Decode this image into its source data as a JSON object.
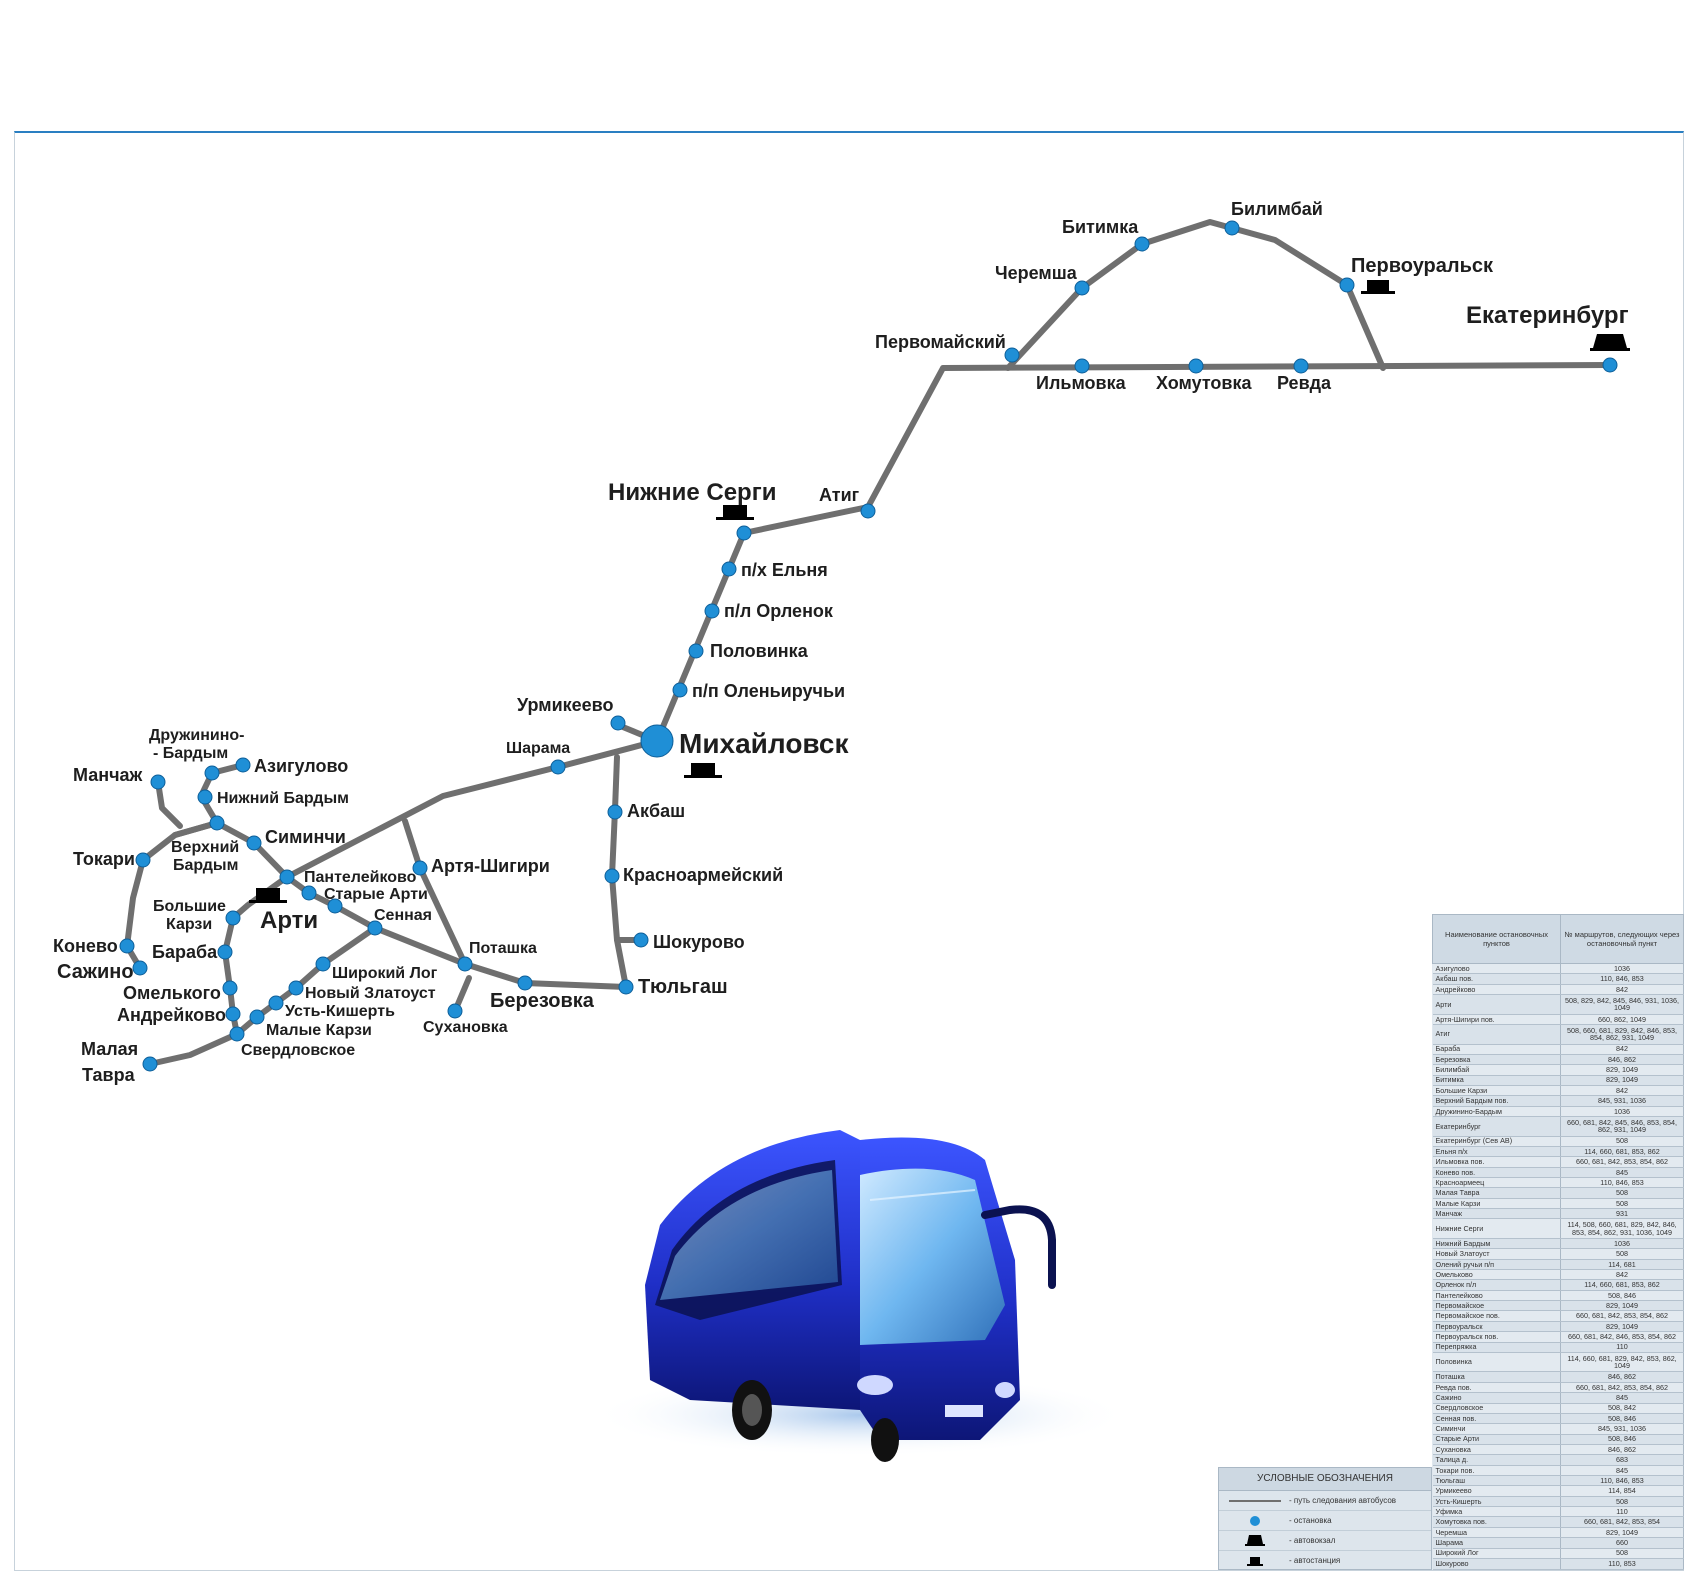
{
  "stations": {
    "ekaterinburg": "Екатеринбург",
    "pervouralsk": "Первоуральск",
    "bilimbay": "Билимбай",
    "bitimka": "Битимка",
    "cheremsha": "Черемша",
    "pervomaysky": "Первомайский",
    "ilmovka": "Ильмовка",
    "khomutovka": "Хомутовка",
    "revda": "Ревда",
    "atig": "Атиг",
    "nizhnie_sergi": "Нижние Серги",
    "elnya": "п/х Ельня",
    "orlenok": "п/л Орленок",
    "polovinka": "Половинка",
    "oleniruchi": "п/п Оленьиручьи",
    "urmikeevo": "Урмикеево",
    "mikhaylovsk": "Михайловск",
    "sharama": "Шарама",
    "akbash": "Акбаш",
    "krasnoarmeysky": "Красноармейский",
    "shokurovo": "Шокурово",
    "tyulgash": "Тюльгаш",
    "berezovka": "Березовка",
    "potashka": "Поташка",
    "sukhanovka": "Сухановка",
    "artya_shigiri": "Артя-Шигири",
    "druzhinino_1": "Дружинино-",
    "druzhinino_2": "- Бардым",
    "azigulovo": "Азигулово",
    "manchazh": "Манчаж",
    "nizhny_bardym": "Нижний Бардым",
    "siminchi": "Симинчи",
    "verkhny_1": "Верхний",
    "verkhny_2": "Бардым",
    "tokari": "Токари",
    "panteleykovo": "Пантелейково",
    "starye_arti": "Старые Арти",
    "arti": "Арти",
    "bolshie_1": "Большие",
    "bolshie_2": "Карзи",
    "sennaya": "Сенная",
    "konevo": "Конево",
    "sazhino": "Сажино",
    "baraba": "Бараба",
    "shiroky_log": "Широкий Лог",
    "novy_zlatoust": "Новый Златоуст",
    "omelkovo": "Омелького",
    "ust_kisherts": "Усть-Кишерть",
    "andreykovo": "Андрейково",
    "malye_karzi": "Малые Карзи",
    "sverdlovskoe": "Свердловское",
    "malaya_1": "Малая",
    "malaya_2": "Тавра"
  },
  "table": {
    "header_name": "Наименование остановочных пунктов",
    "header_routes": "№ маршрутов, следующих через остановочный пункт",
    "rows": [
      [
        "Азигулово",
        "1036"
      ],
      [
        "Акбаш пов.",
        "110, 846, 853"
      ],
      [
        "Андрейково",
        "842"
      ],
      [
        "Арти",
        "508, 829, 842, 845, 846, 931, 1036, 1049"
      ],
      [
        "Артя-Шигири пов.",
        "660, 862, 1049"
      ],
      [
        "Атиг",
        "508, 660, 681, 829, 842, 846, 853, 854, 862, 931, 1049"
      ],
      [
        "Бараба",
        "842"
      ],
      [
        "Березовка",
        "846, 862"
      ],
      [
        "Билимбай",
        "829, 1049"
      ],
      [
        "Битимка",
        "829, 1049"
      ],
      [
        "Большие Карзи",
        "842"
      ],
      [
        "Верхний Бардым пов.",
        "845, 931, 1036"
      ],
      [
        "Дружинино-Бардым",
        "1036"
      ],
      [
        "Екатеринбург",
        "660, 681, 842, 845, 846, 853, 854, 862, 931, 1049"
      ],
      [
        "Екатеринбург (Сев АВ)",
        "508"
      ],
      [
        "Ельня п/х",
        "114, 660, 681, 853, 862"
      ],
      [
        "Ильмовка пов.",
        "660, 681, 842, 853, 854, 862"
      ],
      [
        "Конево пов.",
        "845"
      ],
      [
        "Красноармеец",
        "110, 846, 853"
      ],
      [
        "Малая Тавра",
        "508"
      ],
      [
        "Малые Карзи",
        "508"
      ],
      [
        "Манчаж",
        "931"
      ],
      [
        "Нижние Серги",
        "114, 508, 660, 681, 829, 842, 846, 853, 854, 862, 931, 1036, 1049"
      ],
      [
        "Нижний Бардым",
        "1036"
      ],
      [
        "Новый Златоуст",
        "508"
      ],
      [
        "Олений ручьи п/п",
        "114, 681"
      ],
      [
        "Омельково",
        "842"
      ],
      [
        "Орленок п/л",
        "114, 660, 681, 853, 862"
      ],
      [
        "Пантелейково",
        "508, 846"
      ],
      [
        "Первомайское",
        "829, 1049"
      ],
      [
        "Первомайское пов.",
        "660, 681, 842, 853, 854, 862"
      ],
      [
        "Первоуральск",
        "829, 1049"
      ],
      [
        "Первоуральск пов.",
        "660, 681, 842, 846, 853, 854, 862"
      ],
      [
        "Перепряжка",
        "110"
      ],
      [
        "Половинка",
        "114, 660, 681, 829, 842, 853, 862, 1049"
      ],
      [
        "Поташка",
        "846, 862"
      ],
      [
        "Ревда пов.",
        "660, 681, 842, 853, 854, 862"
      ],
      [
        "Сажино",
        "845"
      ],
      [
        "Свердловское",
        "508, 842"
      ],
      [
        "Сенная пов.",
        "508, 846"
      ],
      [
        "Симинчи",
        "845, 931, 1036"
      ],
      [
        "Старые Арти",
        "508, 846"
      ],
      [
        "Сухановка",
        "846, 862"
      ],
      [
        "Талица д.",
        "683"
      ],
      [
        "Токари пов.",
        "845"
      ],
      [
        "Тюльгаш",
        "110, 846, 853"
      ],
      [
        "Урмикеево",
        "114, 854"
      ],
      [
        "Усть-Кишерть",
        "508"
      ],
      [
        "Уфимка",
        "110"
      ],
      [
        "Хомутовка пов.",
        "660, 681, 842, 853, 854"
      ],
      [
        "Черемша",
        "829, 1049"
      ],
      [
        "Шарама",
        "660"
      ],
      [
        "Широкий Лог",
        "508"
      ],
      [
        "Шокурово",
        "110, 853"
      ]
    ]
  },
  "legend": {
    "title": "УСЛОВНЫЕ ОБОЗНАЧЕНИЯ",
    "route": "- путь следования автобусов",
    "stop": "- остановка",
    "bus_terminal": "- автовокзал",
    "bus_station": "- автостанция"
  },
  "colors": {
    "route_line": "#6f6f6f",
    "stop": "#1f8fd6",
    "frame_top": "#2a7fc2",
    "bus_body": "#1f2fc7"
  },
  "icons": {
    "stop": "blue-dot-icon",
    "bus_terminal": "bus-terminal-icon",
    "bus_station": "bus-station-icon",
    "bus": "bus-illustration"
  }
}
